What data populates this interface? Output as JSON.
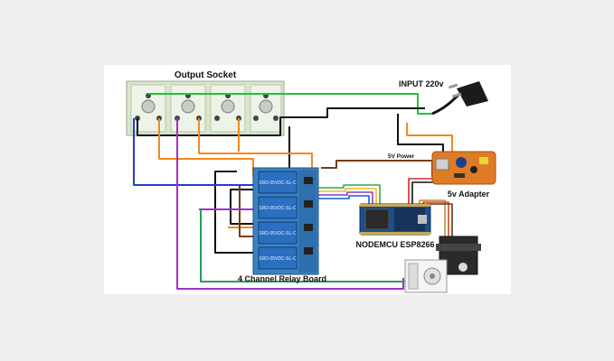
{
  "labels": {
    "output_socket": "Output Socket",
    "input": "INPUT 220v",
    "power_5v": "5V Power",
    "adapter": "5v Adapter",
    "nodemcu": "NODEMCU ESP8266",
    "relay_board": "4 Channel Relay Board"
  },
  "relay": {
    "model": "SRD-05VDC-SL-C",
    "count": 4
  },
  "colors": {
    "live": "#22c33a",
    "neutral": "#111111",
    "load": "#f08a1e",
    "signal_1": "#1f3fd1",
    "signal_2": "#a32fc4",
    "signal_3": "#2a9e5a",
    "relay_board": "#3b82c4",
    "nodemcu": "#1c4e8c",
    "adapter_pcb": "#e07b25"
  }
}
